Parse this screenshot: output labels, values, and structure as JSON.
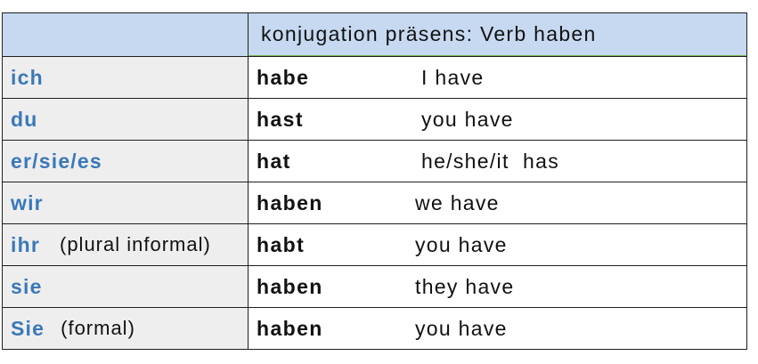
{
  "header": {
    "col1": "",
    "col2": "konjugation präsens: Verb haben"
  },
  "rows": [
    {
      "pronoun": "ich",
      "note": "",
      "verb": "habe",
      "translation": "I have",
      "trans_offset": 0
    },
    {
      "pronoun": "du",
      "note": "",
      "verb": "hast",
      "translation": "you have",
      "trans_offset": 0
    },
    {
      "pronoun": "er/sie/es",
      "note": "",
      "verb": "hat",
      "translation": "he/she/it  has",
      "trans_offset": 0
    },
    {
      "pronoun": "wir",
      "note": "",
      "verb": "haben",
      "translation": "we have",
      "trans_offset": 0
    },
    {
      "pronoun": "ihr",
      "note": "(plural informal)",
      "verb": "habt",
      "translation": "you have",
      "trans_offset": 0
    },
    {
      "pronoun": "sie",
      "note": "",
      "verb": "haben",
      "translation": "they have",
      "trans_offset": 0
    },
    {
      "pronoun": "Sie",
      "note": "(formal)",
      "verb": "haben",
      "translation": "you have",
      "trans_offset": 0
    }
  ]
}
